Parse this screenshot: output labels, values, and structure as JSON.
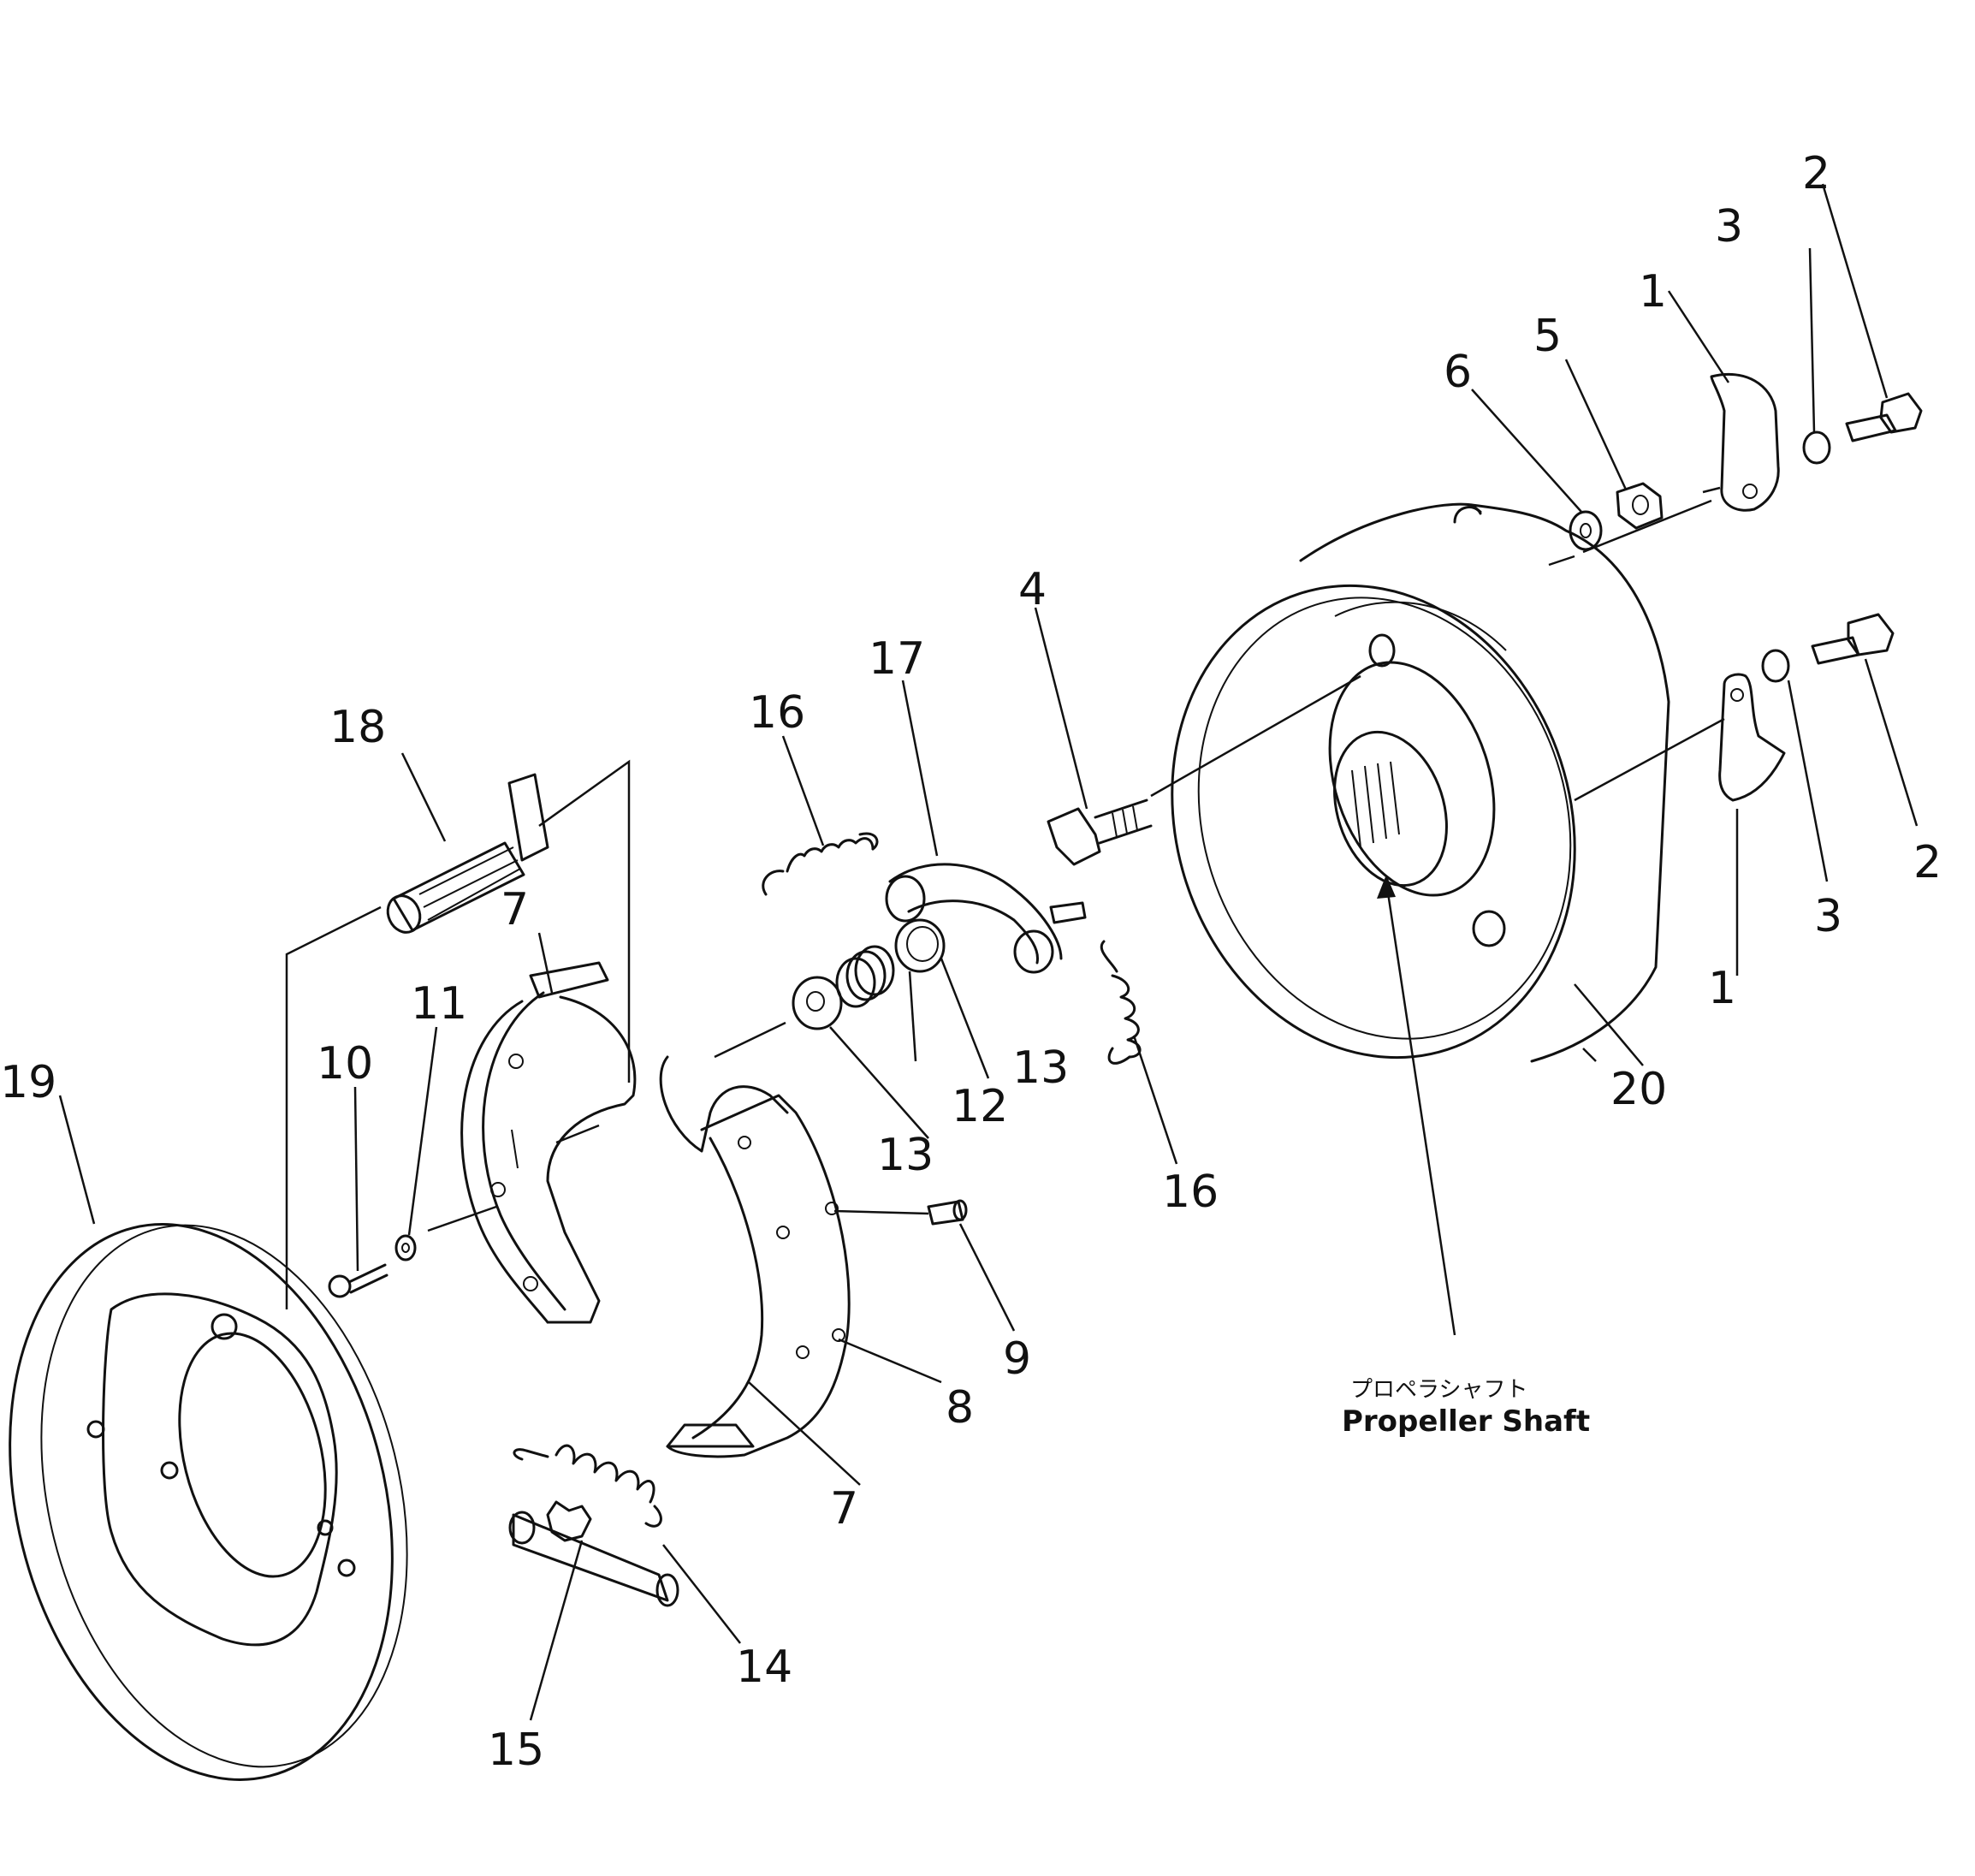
{
  "callouts": {
    "c1a": "1",
    "c1b": "1",
    "c2a": "2",
    "c2b": "2",
    "c3a": "3",
    "c3b": "3",
    "c4": "4",
    "c5": "5",
    "c6": "6",
    "c7a": "7",
    "c7b": "7",
    "c8": "8",
    "c9": "9",
    "c10": "10",
    "c11": "11",
    "c12": "12",
    "c13a": "13",
    "c13b": "13",
    "c14": "14",
    "c15": "15",
    "c16a": "16",
    "c16b": "16",
    "c17": "17",
    "c18": "18",
    "c19": "19",
    "c20": "20"
  },
  "caption": {
    "jp": "プロペラシャフト",
    "en": "Propeller Shaft"
  }
}
